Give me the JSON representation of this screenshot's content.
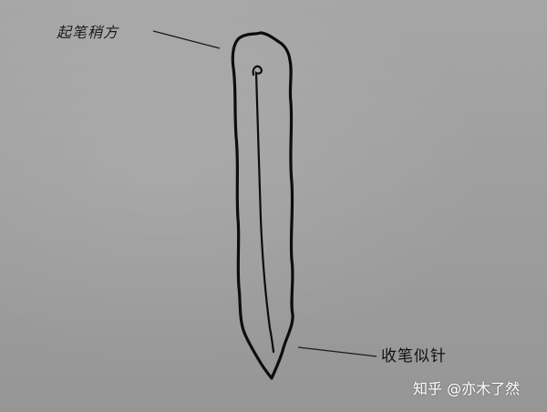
{
  "annotations": {
    "start_label": "起笔稍方",
    "end_label": "收笔似针"
  },
  "watermark": {
    "text": "知乎 @亦木了然"
  },
  "colors": {
    "background": "#9c9c9c",
    "stroke": "#0d0d0d",
    "watermark": "#ffffff"
  }
}
